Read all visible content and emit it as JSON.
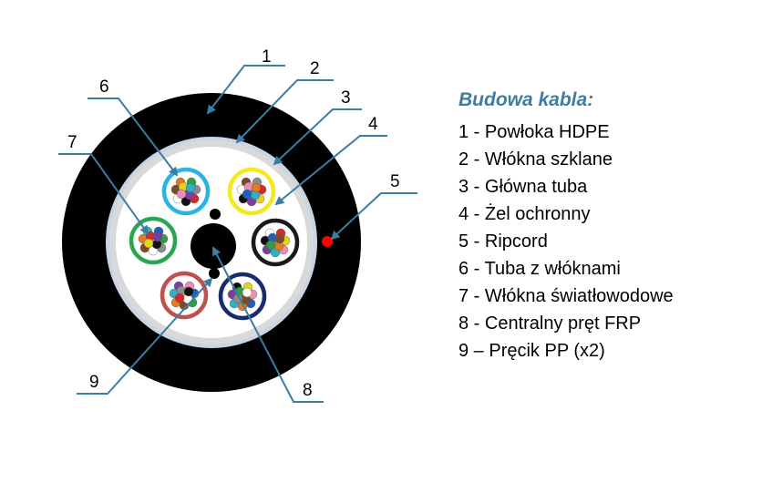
{
  "legend": {
    "title": "Budowa kabla:",
    "items": [
      "1 - Powłoka HDPE",
      "2 - Włókna szklane",
      "3 - Główna tuba",
      "4 - Żel ochronny",
      "5 - Ripcord",
      "6 - Tuba z włóknami",
      "7 - Włókna światłowodowe",
      "8 - Centralny pręt FRP",
      "9 – Pręcik PP (x2)"
    ]
  },
  "callouts": [
    "1",
    "2",
    "3",
    "4",
    "5",
    "6",
    "7",
    "8",
    "9"
  ],
  "colors": {
    "sheath": "#000000",
    "glass_fiber": "#c9d5e6",
    "main_tube": "#d9d9d9",
    "gel": "#ffffff",
    "ripcord": "#ff0000",
    "leader_lines": "#3b7ea1",
    "title": "#3b7ea1",
    "tubes": [
      "#2bb3e3",
      "#f2ea1d",
      "#1a1a1a",
      "#1a2a6b",
      "#c0504d",
      "#2aa653"
    ]
  }
}
